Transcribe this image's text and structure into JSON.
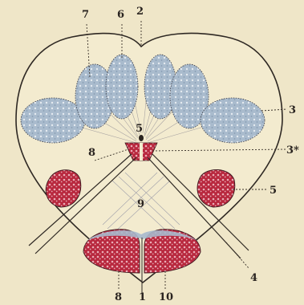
{
  "colors": {
    "paper": "#efe6c8",
    "outline": "#2e2823",
    "grey_matter": "#a7b9cc",
    "grey_matter_dark": "#7f96ae",
    "red_nucleus": "#b8283e",
    "red_nucleus_light": "#e7a2ae",
    "fibers": "#7c7a82"
  },
  "labels": {
    "l1": "1",
    "l2": "2",
    "l3": "3",
    "l3a": "3*",
    "l4": "4",
    "l5a": "5",
    "l5b": "5",
    "l6": "6",
    "l7": "7",
    "l8a": "8",
    "l8b": "8",
    "l9": "9",
    "l10": "10"
  }
}
